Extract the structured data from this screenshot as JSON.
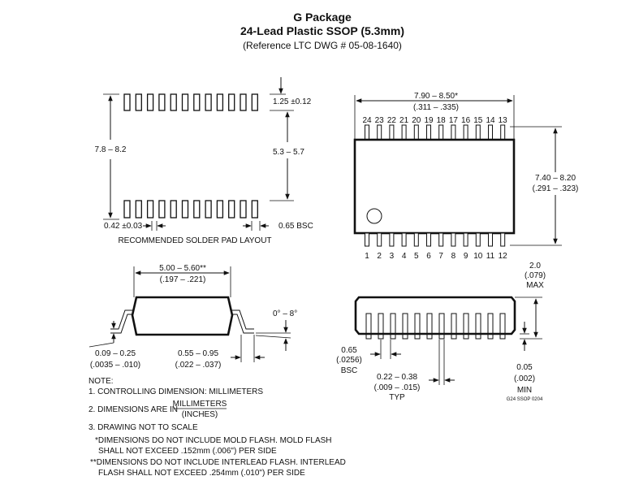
{
  "header": {
    "title": "G Package",
    "subtitle": "24-Lead Plastic SSOP (5.3mm)",
    "reference": "(Reference LTC DWG # 05-08-1640)"
  },
  "solder_pad": {
    "pad_height_dim": "1.25 ±0.12",
    "row_pitch_dim": "5.3 – 5.7",
    "overall_dim": "7.8 – 8.2",
    "pad_width_dim": "0.42 ±0.03",
    "pitch_dim": "0.65 BSC",
    "caption": "RECOMMENDED SOLDER PAD LAYOUT"
  },
  "top_view": {
    "length_mm": "7.90 – 8.50*",
    "length_in": "(.311 – .335)",
    "width_mm": "7.40 – 8.20",
    "width_in": "(.291 – .323)",
    "top_pins": [
      "24",
      "23",
      "22",
      "21",
      "20",
      "19",
      "18",
      "17",
      "16",
      "15",
      "14",
      "13"
    ],
    "bottom_pins": [
      "1",
      "2",
      "3",
      "4",
      "5",
      "6",
      "7",
      "8",
      "9",
      "10",
      "11",
      "12"
    ]
  },
  "end_view": {
    "body_width_mm": "5.00 – 5.60**",
    "body_width_in": "(.197 – .221)",
    "angle": "0° – 8°",
    "lead_thickness_mm": "0.09 – 0.25",
    "lead_thickness_in": "(.0035 – .010)",
    "foot_length_mm": "0.55 – 0.95",
    "foot_length_in": "(.022 – .037)"
  },
  "side_view": {
    "height_mm": "2.0",
    "height_in": "(.079)",
    "height_note": "MAX",
    "pitch_mm": "0.65",
    "pitch_in": "(.0256)",
    "pitch_note": "BSC",
    "lead_width_mm": "0.22 – 0.38",
    "lead_width_in": "(.009 – .015)",
    "lead_width_note": "TYP",
    "standoff_mm": "0.05",
    "standoff_in": "(.002)",
    "standoff_note": "MIN",
    "drawing_code": "G24 SSOP 0204"
  },
  "notes": {
    "heading": "NOTE:",
    "n1": "1. CONTROLLING DIMENSION: MILLIMETERS",
    "n2_prefix": "2. DIMENSIONS ARE IN",
    "n2_top": "MILLIMETERS",
    "n2_bottom": "(INCHES)",
    "n3": "3. DRAWING NOT TO SCALE",
    "s1a": "*DIMENSIONS DO NOT INCLUDE MOLD FLASH. MOLD FLASH",
    "s1b": "SHALL NOT EXCEED .152mm (.006\") PER SIDE",
    "s2a": "**DIMENSIONS DO NOT INCLUDE INTERLEAD FLASH. INTERLEAD",
    "s2b": "FLASH SHALL NOT EXCEED .254mm (.010\") PER SIDE"
  }
}
